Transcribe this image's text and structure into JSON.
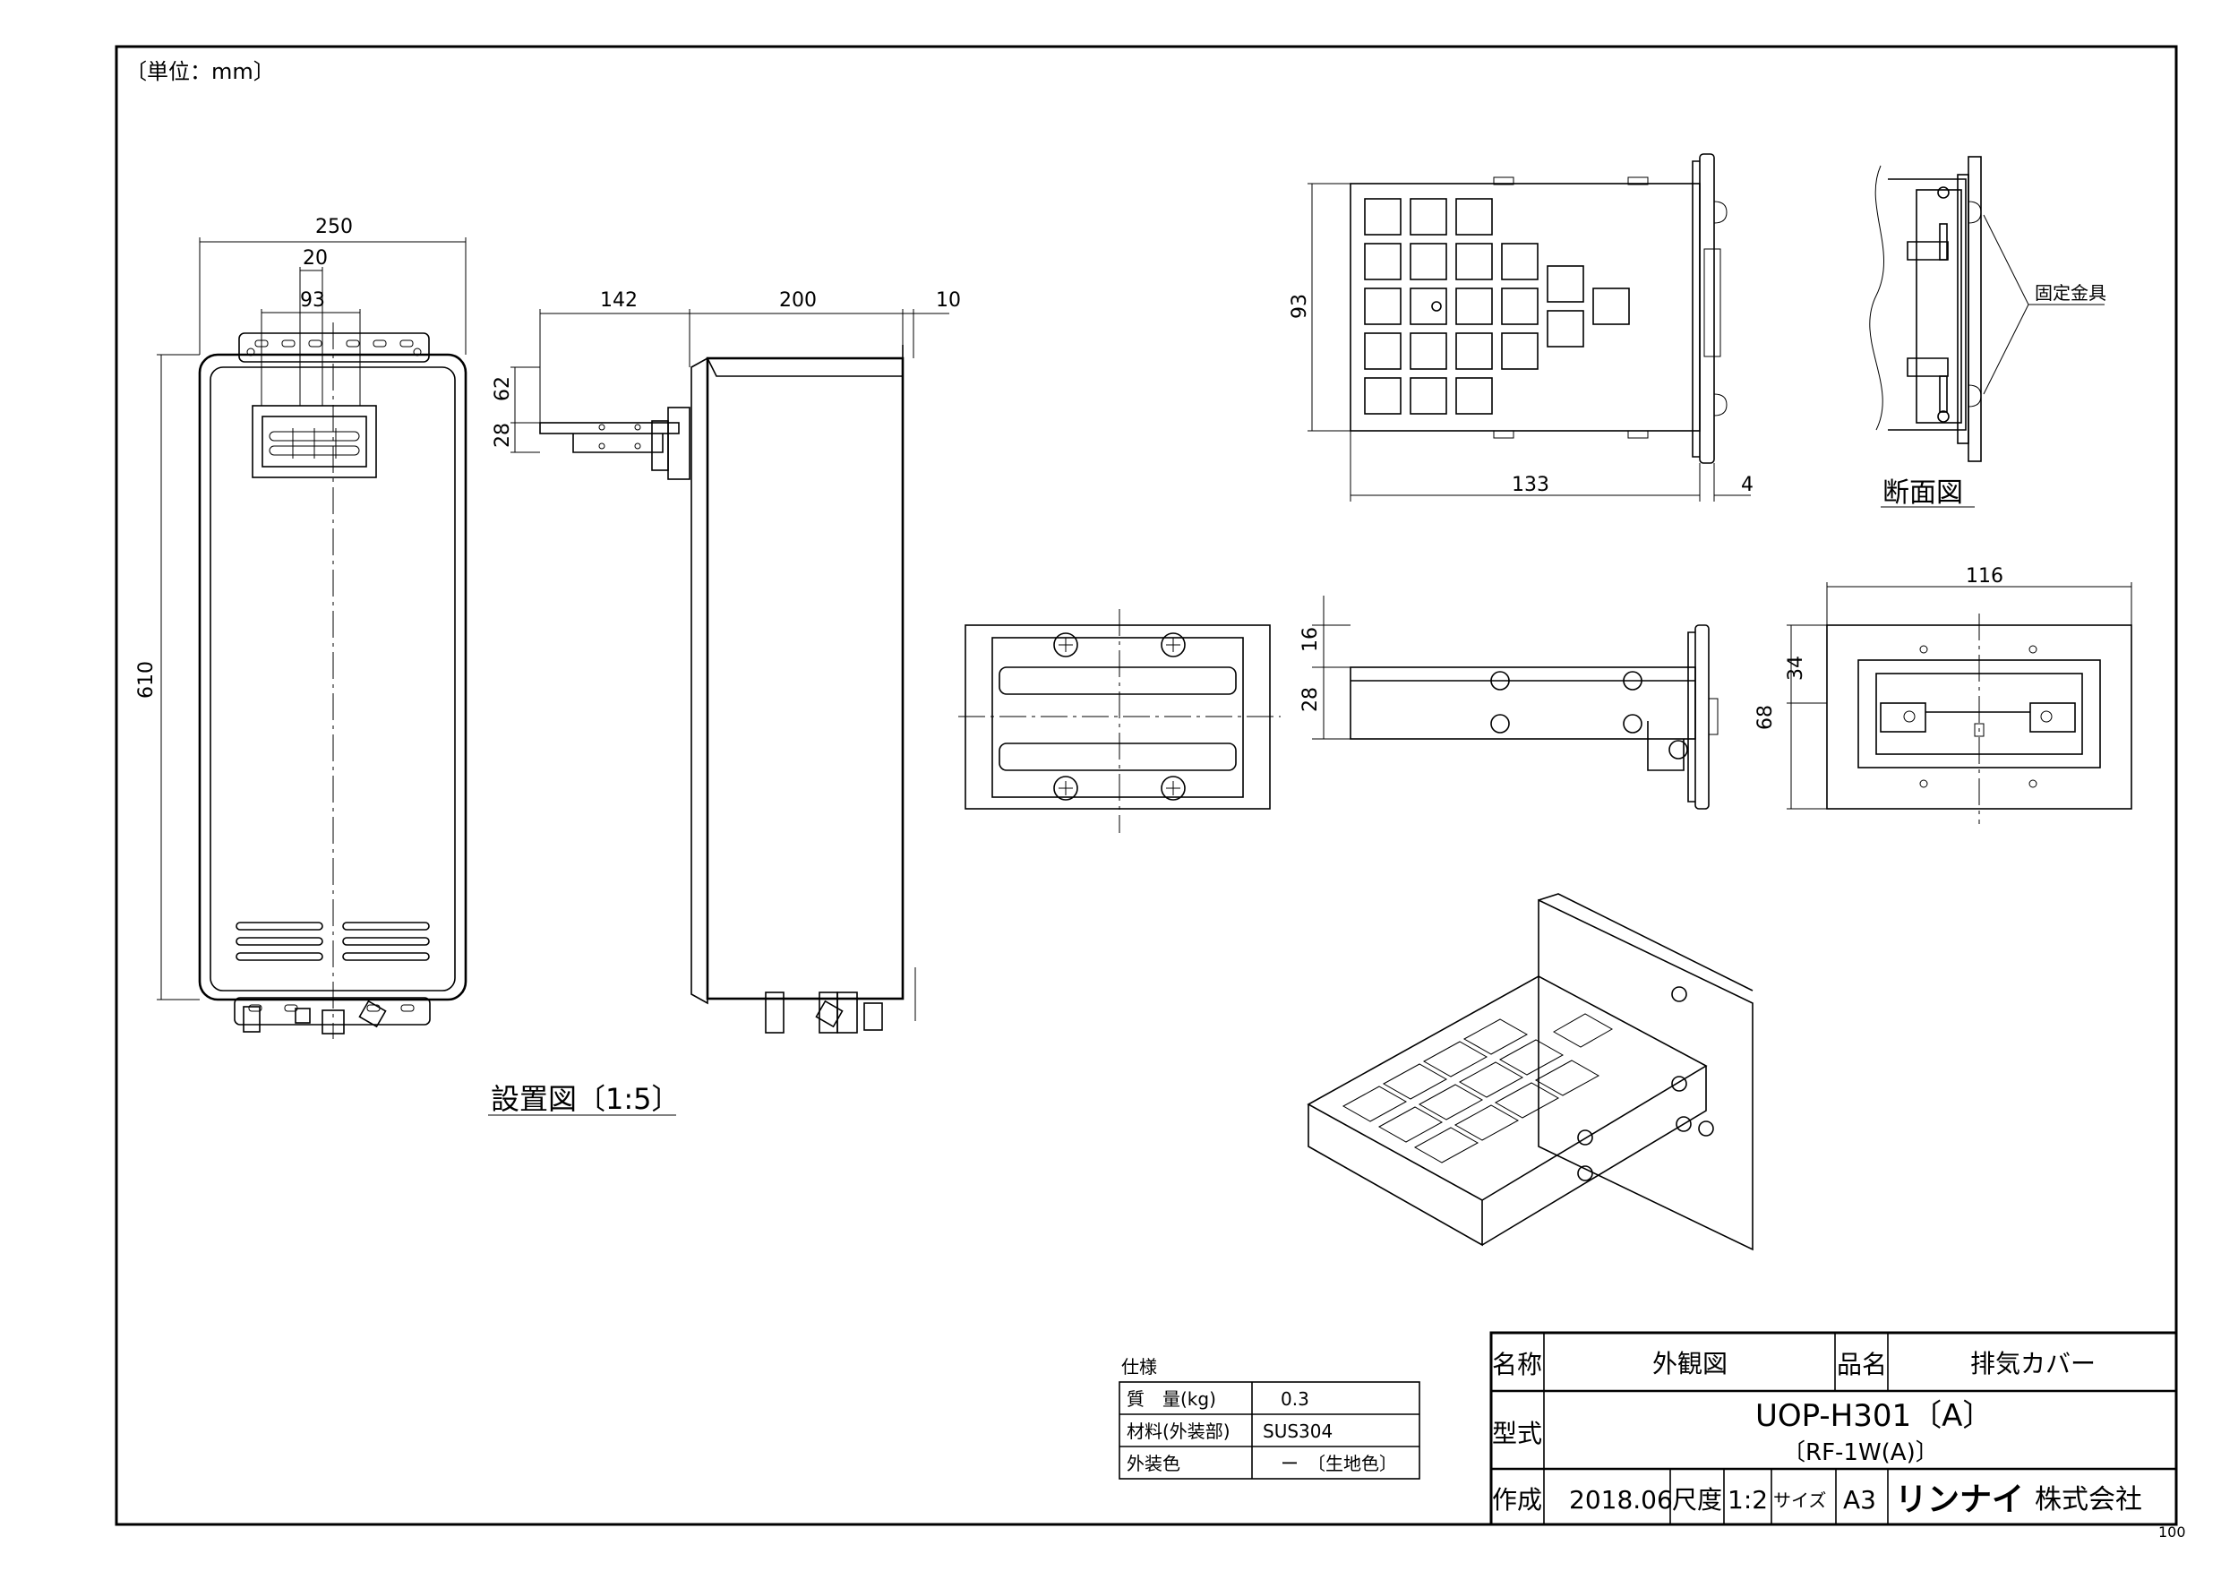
{
  "unit_note": "〔単位：mm〕",
  "sheet_number": "100",
  "views": {
    "install_title": "設置図〔1:5〕",
    "section_title": "断面図",
    "fixing_label": "固定金具"
  },
  "dimensions": {
    "front_width": "250",
    "front_inner": "20",
    "front_bracket": "93",
    "front_height": "610",
    "side_depth": "142",
    "side_body": "200",
    "side_offset": "10",
    "side_h1": "62",
    "side_h2": "28",
    "top_depth": "133",
    "top_plate": "4",
    "top_height": "93",
    "front_small_w": "116",
    "front_small_h1": "34",
    "front_small_h2": "68",
    "side_small_h1": "16",
    "side_small_h2": "28"
  },
  "spec_table": {
    "title": "仕様",
    "rows": [
      {
        "label": "質　量(kg)",
        "value": "0.3"
      },
      {
        "label": "材料(外装部)",
        "value": "SUS304"
      },
      {
        "label": "外装色",
        "value": "ー　〔生地色〕"
      }
    ]
  },
  "title_block": {
    "name_label": "名称",
    "name_value": "外観図",
    "product_label": "品名",
    "product_value": "排気カバー",
    "model_label": "型式",
    "model_value": "UOP-H301〔A〕",
    "model_sub": "〔RF-1W(A)〕",
    "created_label": "作成",
    "created_value": "2018.06",
    "scale_label": "尺度",
    "scale_value": "1:2",
    "size_label": "サイズ",
    "size_value": "A3",
    "company_brand": "リンナイ",
    "company_suffix": "株式会社"
  }
}
